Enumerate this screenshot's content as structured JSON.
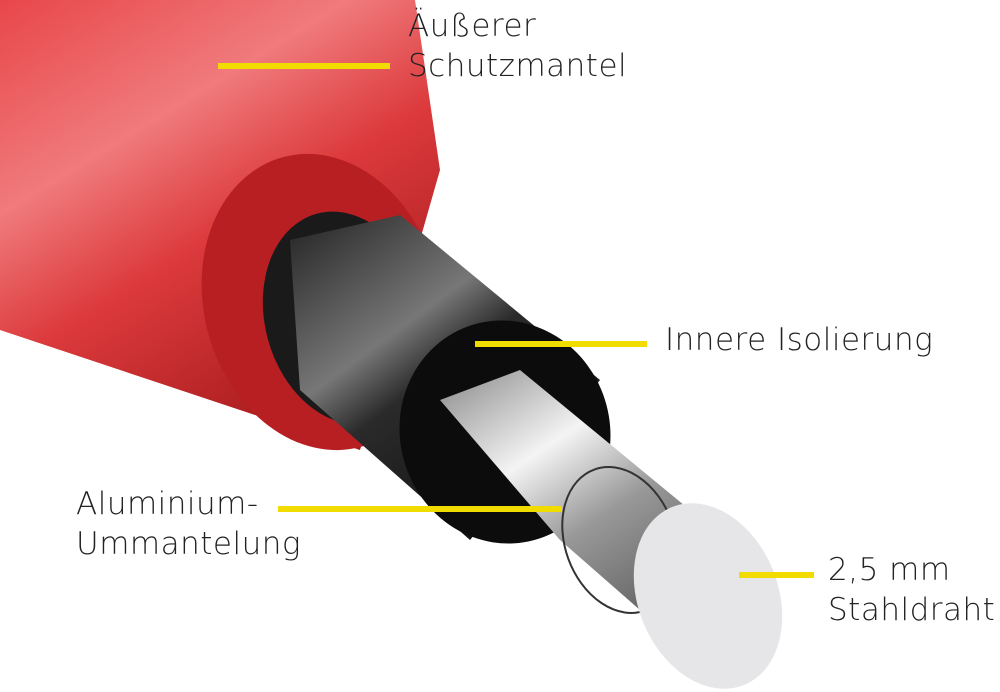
{
  "colors": {
    "leader": "#f2dc00",
    "outer_jacket": "#d9383a",
    "insulation": "#151515",
    "wire": "#c8c8cc"
  },
  "labels": {
    "outer_jacket": [
      "Äußerer",
      "Schutzmantel"
    ],
    "inner_insulation": [
      "Innere Isolierung"
    ],
    "aluminium": [
      "Aluminium-",
      "Ummantelung"
    ],
    "steel_wire": [
      "2,5 mm",
      "Stahldraht"
    ]
  }
}
